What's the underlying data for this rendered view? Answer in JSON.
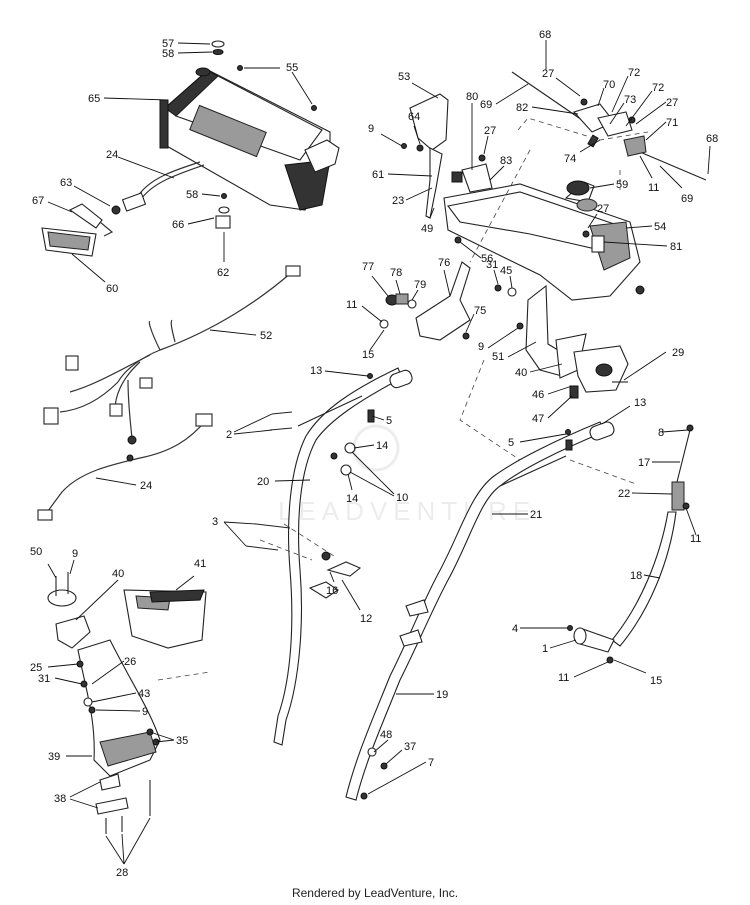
{
  "watermark": "LEADVENTURE",
  "footer": "Rendered by LeadVenture, Inc.",
  "callouts": [
    {
      "id": "c57",
      "label": "57"
    },
    {
      "id": "c58a",
      "label": "58"
    },
    {
      "id": "c55",
      "label": "55"
    },
    {
      "id": "c65",
      "label": "65"
    },
    {
      "id": "c24a",
      "label": "24"
    },
    {
      "id": "c63",
      "label": "63"
    },
    {
      "id": "c67",
      "label": "67"
    },
    {
      "id": "c58b",
      "label": "58"
    },
    {
      "id": "c66",
      "label": "66"
    },
    {
      "id": "c62",
      "label": "62"
    },
    {
      "id": "c60",
      "label": "60"
    },
    {
      "id": "c52",
      "label": "52"
    },
    {
      "id": "c24b",
      "label": "24"
    },
    {
      "id": "c68a",
      "label": "68"
    },
    {
      "id": "c27a",
      "label": "27"
    },
    {
      "id": "c70",
      "label": "70"
    },
    {
      "id": "c72a",
      "label": "72"
    },
    {
      "id": "c69a",
      "label": "69"
    },
    {
      "id": "c82",
      "label": "82"
    },
    {
      "id": "c73",
      "label": "73"
    },
    {
      "id": "c72b",
      "label": "72"
    },
    {
      "id": "c27b",
      "label": "27"
    },
    {
      "id": "c71",
      "label": "71"
    },
    {
      "id": "c74",
      "label": "74"
    },
    {
      "id": "c68b",
      "label": "68"
    },
    {
      "id": "c11a",
      "label": "11"
    },
    {
      "id": "c69b",
      "label": "69"
    },
    {
      "id": "c53",
      "label": "53"
    },
    {
      "id": "c80",
      "label": "80"
    },
    {
      "id": "c9a",
      "label": "9"
    },
    {
      "id": "c64",
      "label": "64"
    },
    {
      "id": "c27c",
      "label": "27"
    },
    {
      "id": "c83",
      "label": "83"
    },
    {
      "id": "c61",
      "label": "61"
    },
    {
      "id": "c59",
      "label": "59"
    },
    {
      "id": "c23",
      "label": "23"
    },
    {
      "id": "c27d",
      "label": "27"
    },
    {
      "id": "c49",
      "label": "49"
    },
    {
      "id": "c54",
      "label": "54"
    },
    {
      "id": "c56",
      "label": "56"
    },
    {
      "id": "c81",
      "label": "81"
    },
    {
      "id": "c77",
      "label": "77"
    },
    {
      "id": "c78",
      "label": "78"
    },
    {
      "id": "c76",
      "label": "76"
    },
    {
      "id": "c31a",
      "label": "31"
    },
    {
      "id": "c45",
      "label": "45"
    },
    {
      "id": "c79",
      "label": "79"
    },
    {
      "id": "c11b",
      "label": "11"
    },
    {
      "id": "c75",
      "label": "75"
    },
    {
      "id": "c15a",
      "label": "15"
    },
    {
      "id": "c9b",
      "label": "9"
    },
    {
      "id": "c51",
      "label": "51"
    },
    {
      "id": "c40a",
      "label": "40"
    },
    {
      "id": "c29",
      "label": "29"
    },
    {
      "id": "c46",
      "label": "46"
    },
    {
      "id": "c47",
      "label": "47"
    },
    {
      "id": "c13a",
      "label": "13"
    },
    {
      "id": "c5a",
      "label": "5"
    },
    {
      "id": "c2",
      "label": "2"
    },
    {
      "id": "c14a",
      "label": "14"
    },
    {
      "id": "c20",
      "label": "20"
    },
    {
      "id": "c14b",
      "label": "14"
    },
    {
      "id": "c10",
      "label": "10"
    },
    {
      "id": "c13b",
      "label": "13"
    },
    {
      "id": "c5b",
      "label": "5"
    },
    {
      "id": "c8",
      "label": "8"
    },
    {
      "id": "c17",
      "label": "17"
    },
    {
      "id": "c22",
      "label": "22"
    },
    {
      "id": "c11c",
      "label": "11"
    },
    {
      "id": "c21",
      "label": "21"
    },
    {
      "id": "c3",
      "label": "3"
    },
    {
      "id": "c16",
      "label": "16"
    },
    {
      "id": "c12",
      "label": "12"
    },
    {
      "id": "c18",
      "label": "18"
    },
    {
      "id": "c4",
      "label": "4"
    },
    {
      "id": "c1",
      "label": "1"
    },
    {
      "id": "c11d",
      "label": "11"
    },
    {
      "id": "c15b",
      "label": "15"
    },
    {
      "id": "c50",
      "label": "50"
    },
    {
      "id": "c9c",
      "label": "9"
    },
    {
      "id": "c40b",
      "label": "40"
    },
    {
      "id": "c41",
      "label": "41"
    },
    {
      "id": "c25",
      "label": "25"
    },
    {
      "id": "c26",
      "label": "26"
    },
    {
      "id": "c31b",
      "label": "31"
    },
    {
      "id": "c43",
      "label": "43"
    },
    {
      "id": "c9d",
      "label": "9"
    },
    {
      "id": "c39",
      "label": "39"
    },
    {
      "id": "c35",
      "label": "35"
    },
    {
      "id": "c38",
      "label": "38"
    },
    {
      "id": "c28",
      "label": "28"
    },
    {
      "id": "c48",
      "label": "48"
    },
    {
      "id": "c37",
      "label": "37"
    },
    {
      "id": "c19",
      "label": "19"
    },
    {
      "id": "c7",
      "label": "7"
    }
  ]
}
